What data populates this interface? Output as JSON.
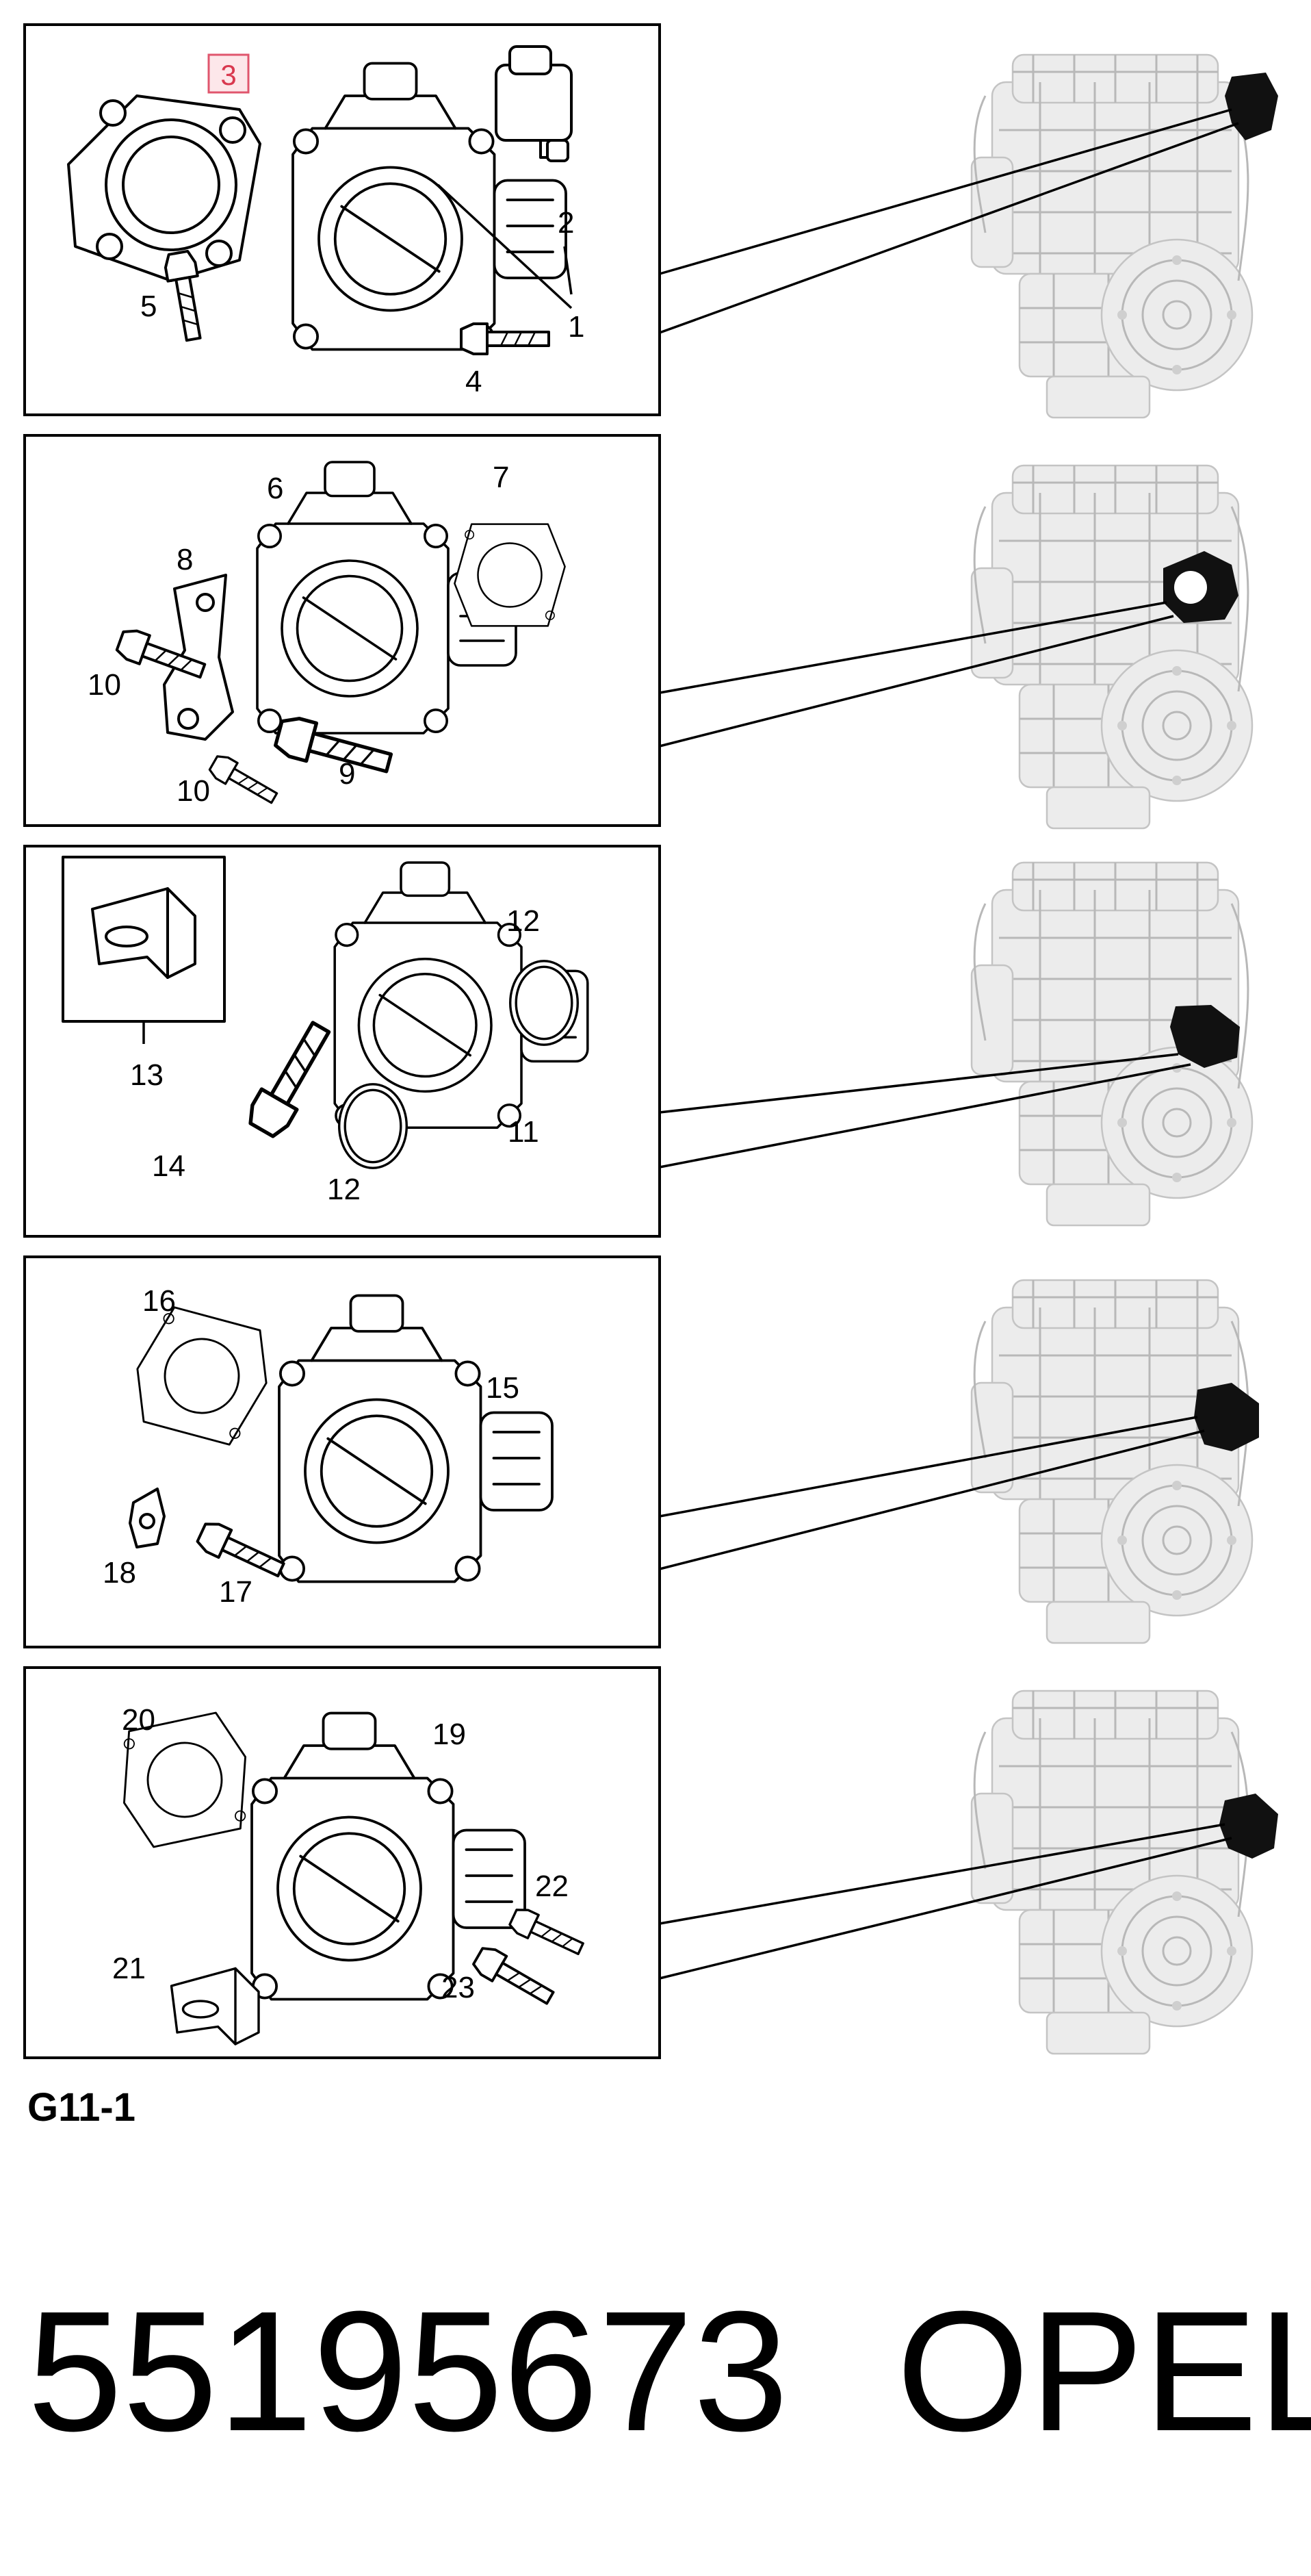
{
  "figure": {
    "catalog_code": "G11-1",
    "part_number": "55195673",
    "brand": "OPEL",
    "highlighted_item": "3"
  },
  "panels": [
    {
      "labels": [
        "3",
        "5",
        "2",
        "1",
        "4"
      ]
    },
    {
      "labels": [
        "6",
        "7",
        "8",
        "10",
        "10",
        "9"
      ]
    },
    {
      "labels": [
        "12",
        "13",
        "14",
        "12",
        "11"
      ]
    },
    {
      "labels": [
        "16",
        "15",
        "18",
        "17"
      ]
    },
    {
      "labels": [
        "20",
        "19",
        "22",
        "21",
        "23"
      ]
    }
  ]
}
